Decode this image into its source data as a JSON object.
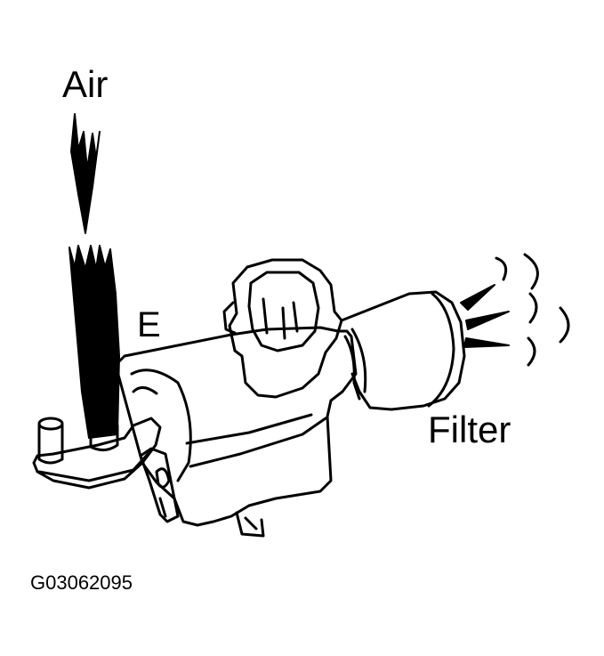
{
  "labels": {
    "air": "Air",
    "port": "E",
    "filter": "Filter",
    "figure_code": "G03062095"
  },
  "colors": {
    "ink": "#000000",
    "paper": "#ffffff"
  }
}
